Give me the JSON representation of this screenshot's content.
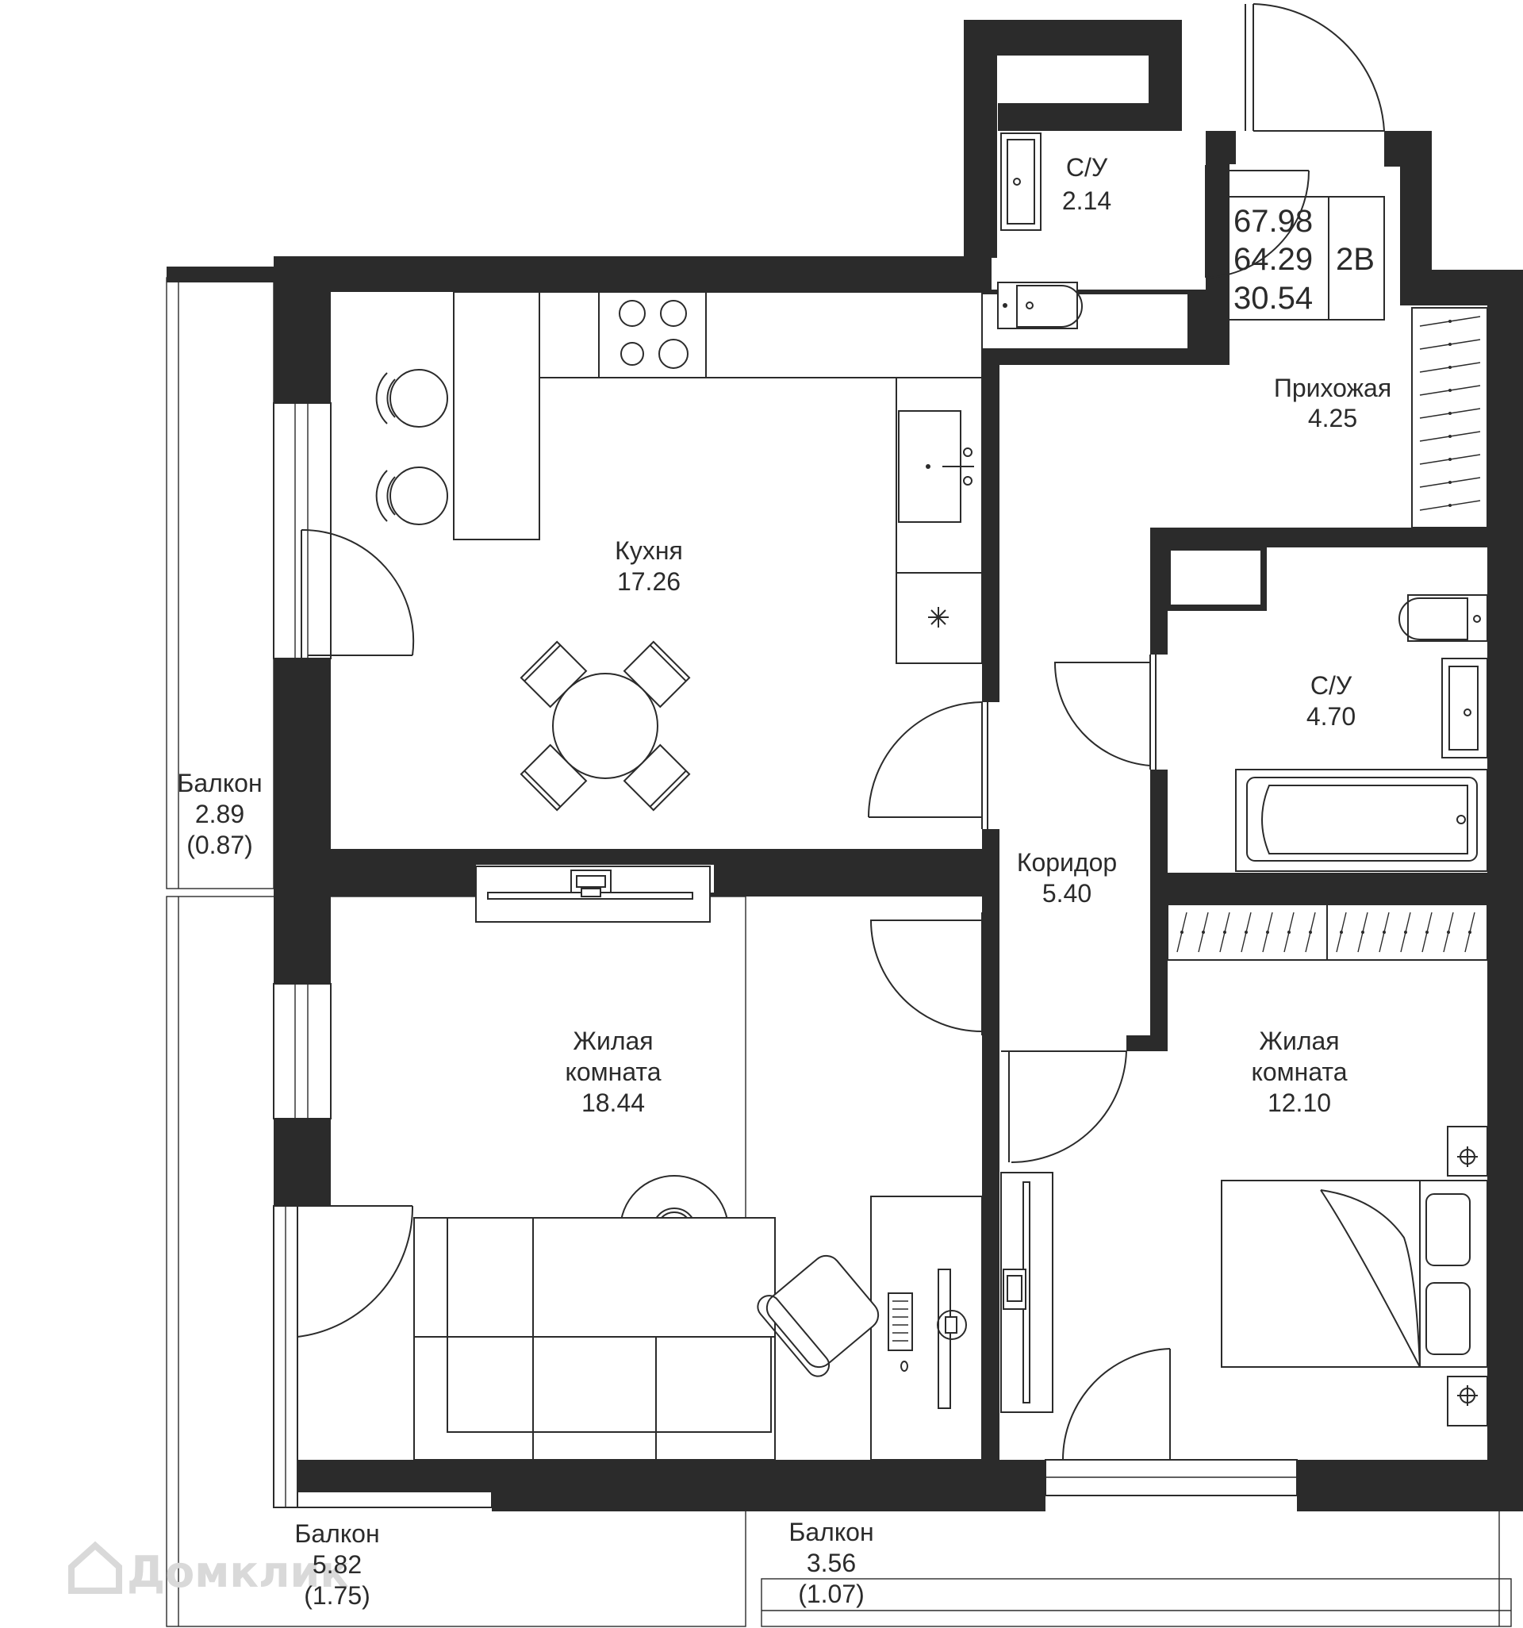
{
  "summary": {
    "total": "67.98",
    "living": "64.29",
    "rooms": "30.54",
    "type": "2В"
  },
  "rooms": {
    "bath1": {
      "name": "С/У",
      "area": "2.14"
    },
    "hall": {
      "name": "Прихожая",
      "area": "4.25"
    },
    "kitchen": {
      "name": "Кухня",
      "area": "17.26"
    },
    "bath2": {
      "name": "С/У",
      "area": "4.70"
    },
    "corridor": {
      "name": "Коридор",
      "area": "5.40"
    },
    "living1": {
      "name1": "Жилая",
      "name2": "комната",
      "area": "18.44"
    },
    "living2": {
      "name1": "Жилая",
      "name2": "комната",
      "area": "12.10"
    },
    "balcony_left": {
      "name": "Балкон",
      "area": "2.89",
      "reduced": "(0.87)"
    },
    "balcony_bottom_left": {
      "name": "Балкон",
      "area": "5.82",
      "reduced": "(1.75)"
    },
    "balcony_bottom_right": {
      "name": "Балкон",
      "area": "3.56",
      "reduced": "(1.07)"
    }
  },
  "watermark": {
    "text": "Домклик"
  },
  "colors": {
    "wall": "#2b2b2b",
    "background": "#ffffff",
    "watermark": "#d9d9d9"
  }
}
